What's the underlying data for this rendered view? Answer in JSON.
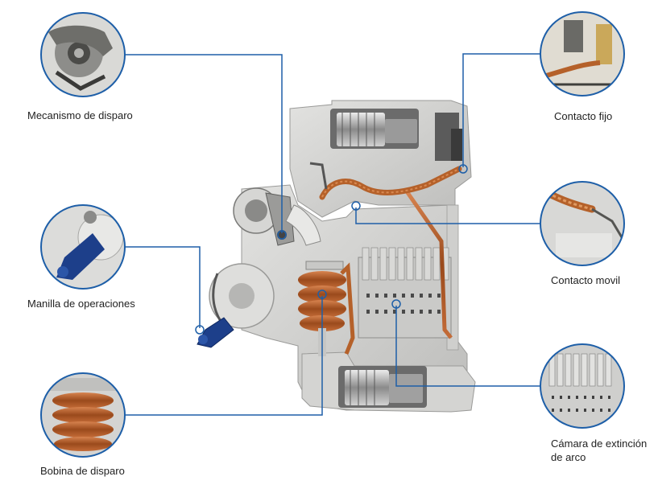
{
  "labels": {
    "trip_mechanism": "Mecanismo de disparo",
    "fixed_contact": "Contacto fijo",
    "operating_handle": "Manilla de operaciones",
    "moving_contact": "Contacto movil",
    "trip_coil": "Bobina de disparo",
    "arc_chamber": "Cámara de extinción de arco"
  },
  "colors": {
    "leader_line": "#1e5fa8",
    "callout_ring": "#1e5fa8",
    "housing": "#d8d8d6",
    "copper": "#b8622c",
    "blue_lever": "#1d3f8a"
  }
}
